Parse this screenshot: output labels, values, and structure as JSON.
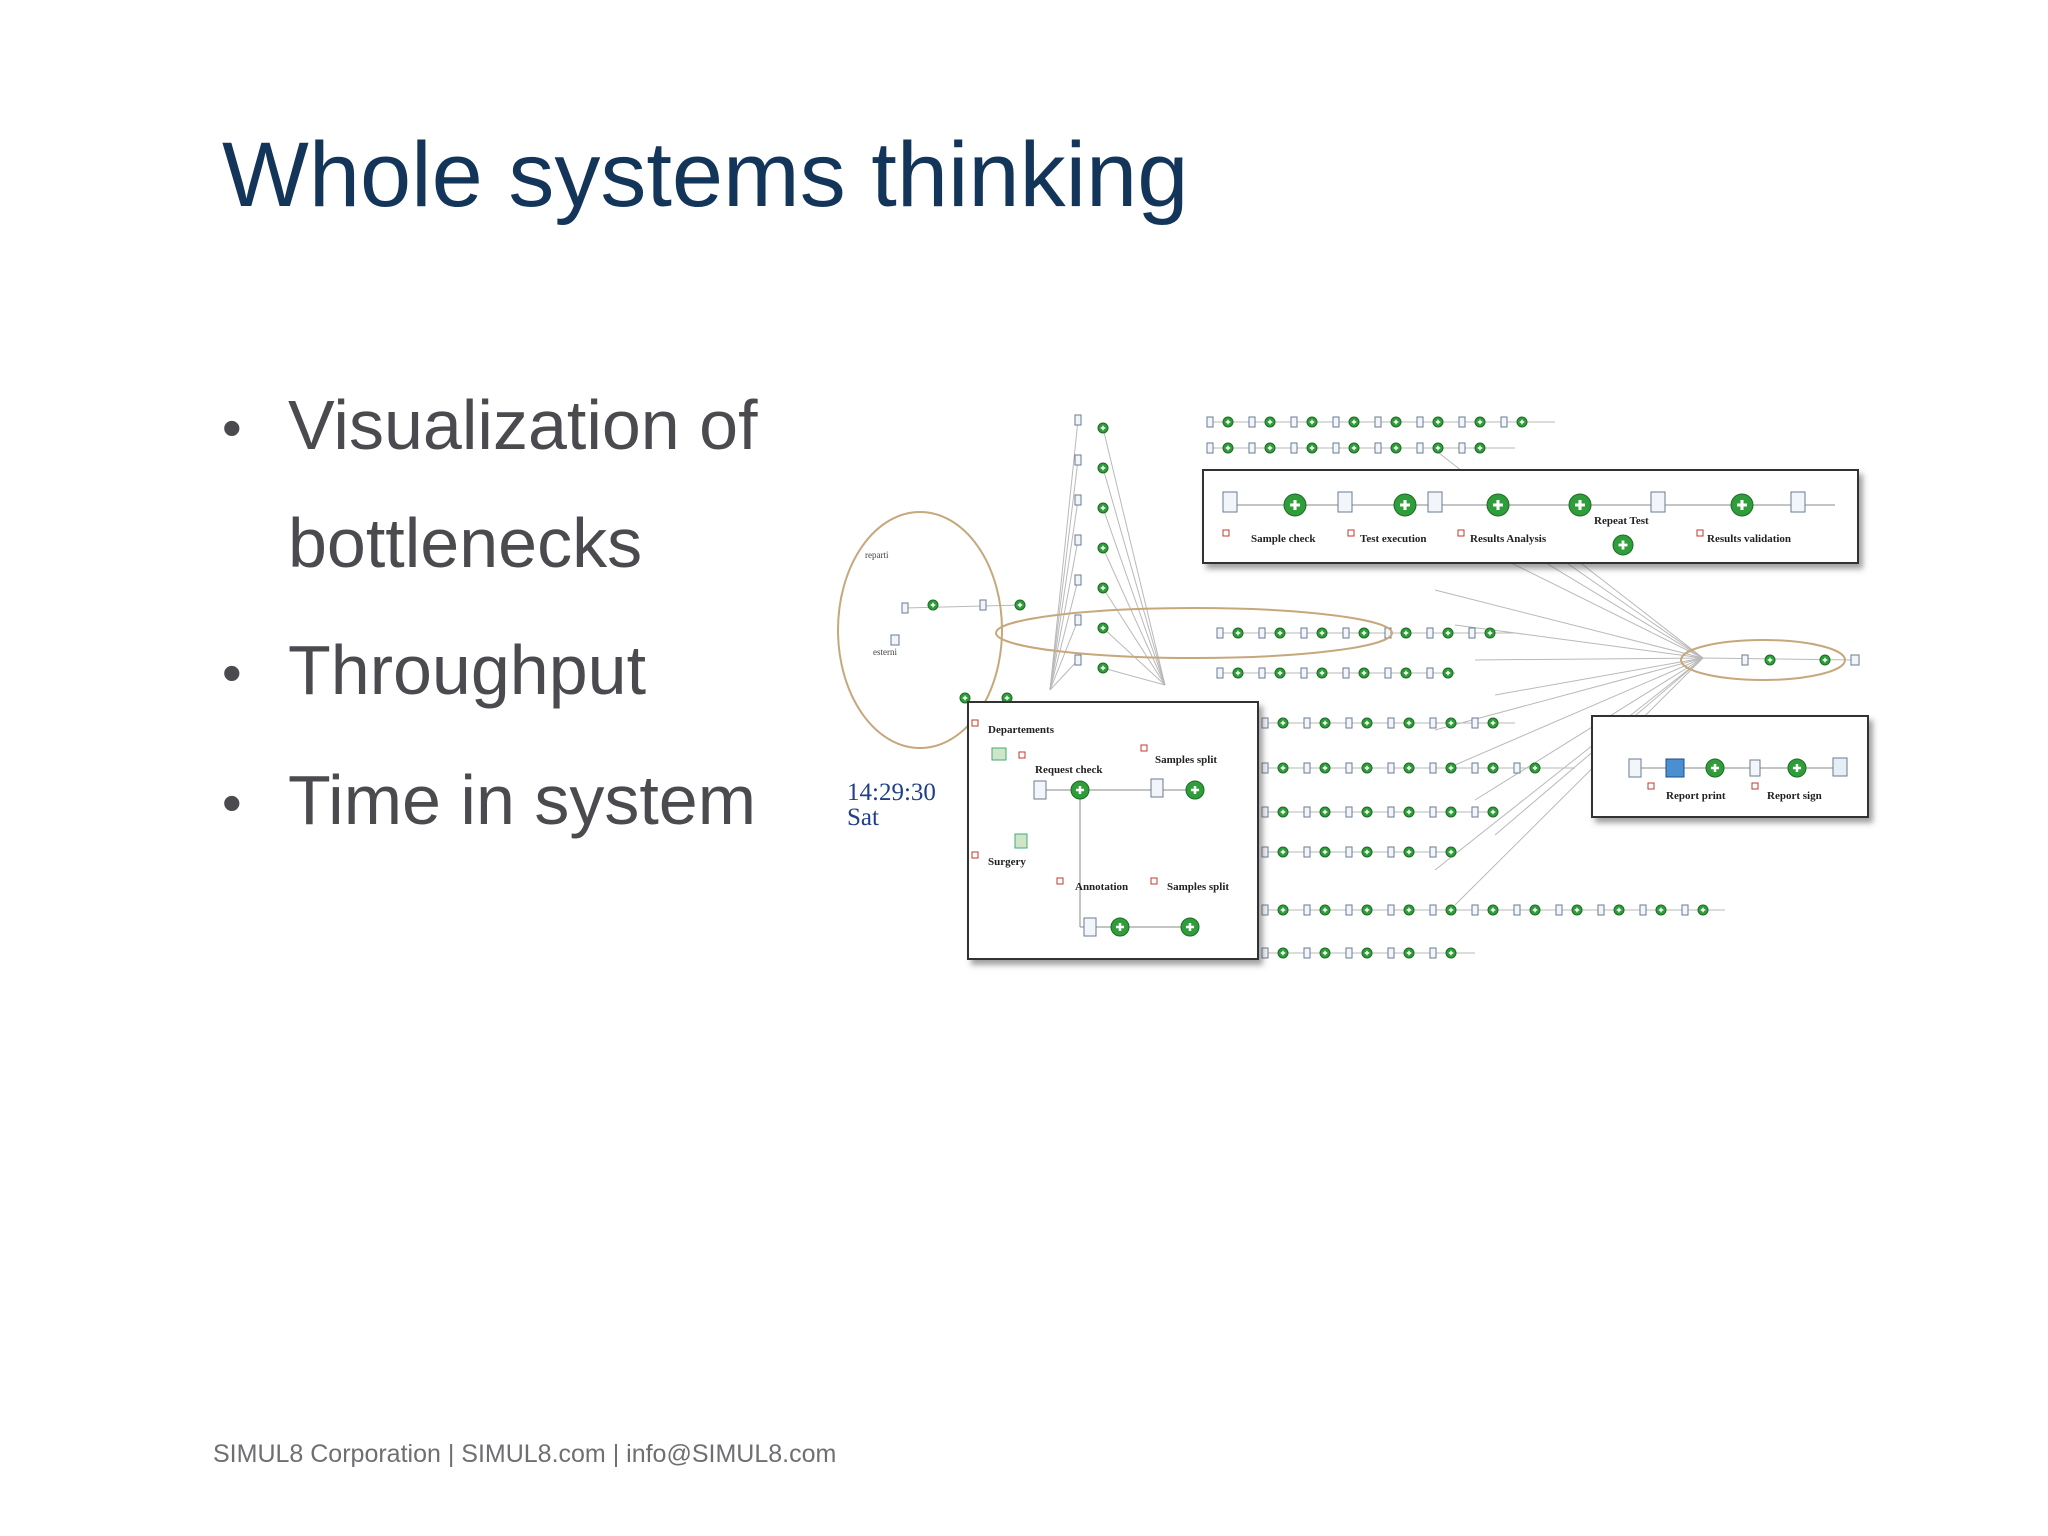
{
  "slide": {
    "title": "Whole systems thinking",
    "bullets": [
      {
        "line1": "Visualization of",
        "line2": "bottlenecks"
      },
      {
        "line1": "Throughput"
      },
      {
        "line1": "Time in system"
      }
    ],
    "footer": "SIMUL8 Corporation  |  SIMUL8.com  | info@SIMUL8.com"
  },
  "diagram": {
    "clock_time": "14:29:30",
    "clock_day": "Sat",
    "left_ellipse_labels": [
      "reparti",
      "esterni"
    ],
    "top_box_labels": [
      "Sample check",
      "Test execution",
      "Results Analysis",
      "Repeat Test",
      "Results validation"
    ],
    "left_box_labels": [
      "Departements",
      "Request check",
      "Samples split",
      "Surgery",
      "Annotation",
      "Samples split"
    ],
    "right_box_labels": [
      "Report print",
      "Report sign"
    ],
    "colors": {
      "node_green": "#2f9e3a",
      "box_border": "#333333",
      "ellipse": "#c7a77c",
      "clock": "#1f3f8a"
    }
  }
}
